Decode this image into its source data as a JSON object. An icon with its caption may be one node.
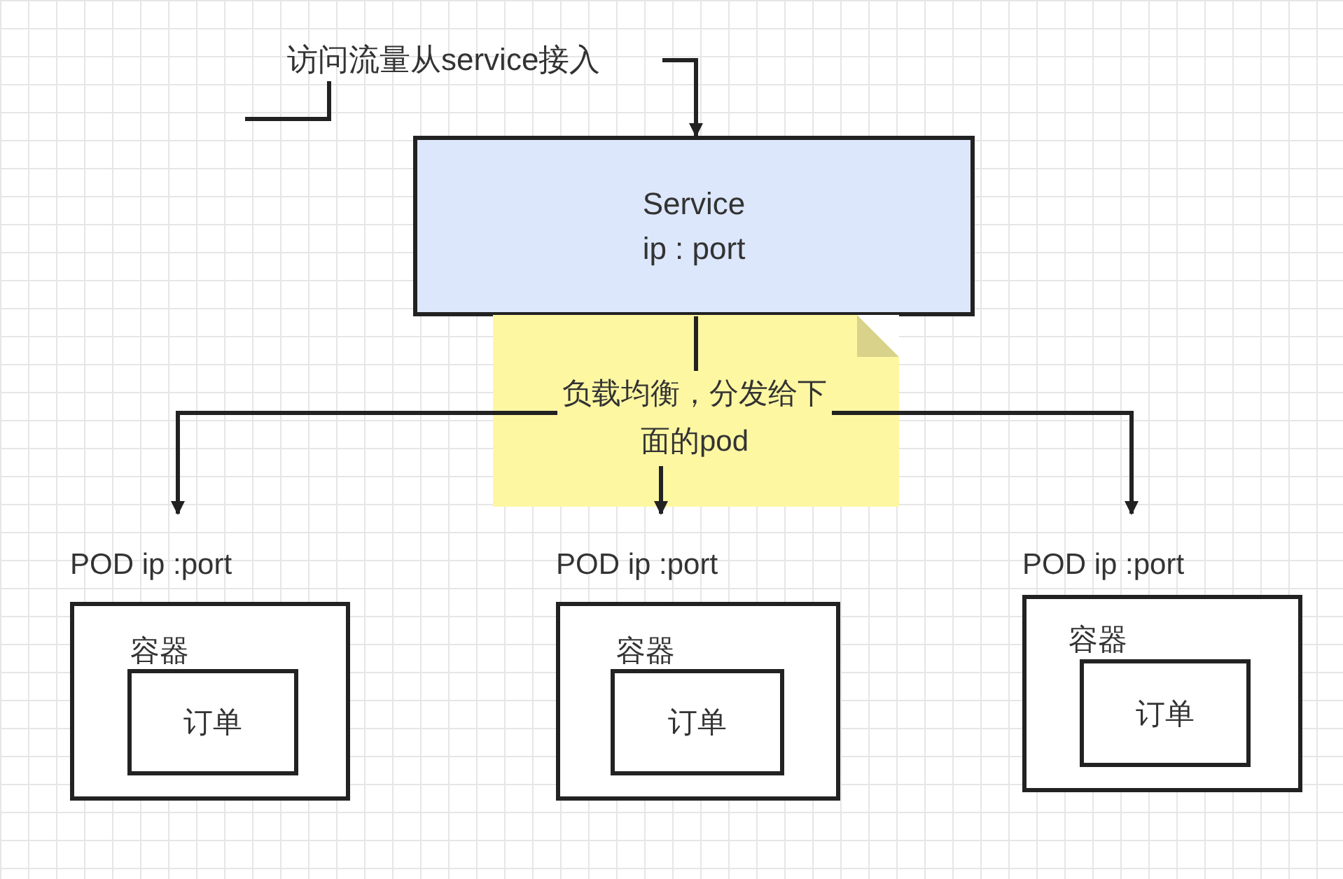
{
  "diagram": {
    "nodes": [
      {
        "text": [
          "访问流量从service接入"
        ]
      },
      {
        "text": [
          "Service ip : port"
        ]
      },
      {
        "text": [
          "POD ip :port",
          "容器"
        ]
      },
      {
        "text": [
          "订单"
        ],
        "in": 2
      },
      {
        "text": [
          "POD ip :port",
          "容器"
        ]
      },
      {
        "text": [
          "订单"
        ],
        "in": 4
      },
      {
        "text": [
          "POD ip :port",
          "容器"
        ]
      },
      {
        "text": [
          "订单"
        ],
        "in": 6
      }
    ],
    "edges": [
      {
        "from": 0,
        "to": 1,
        "arrow": "to"
      },
      {
        "from": null,
        "to": 0,
        "arrow": "none"
      },
      {
        "from": 1,
        "to": 2,
        "arrow": "to"
      },
      {
        "from": 1,
        "to": 4,
        "arrow": "to",
        "label": "负载均衡，分发给下面的pod"
      },
      {
        "from": 1,
        "to": 6,
        "arrow": "to"
      }
    ]
  }
}
